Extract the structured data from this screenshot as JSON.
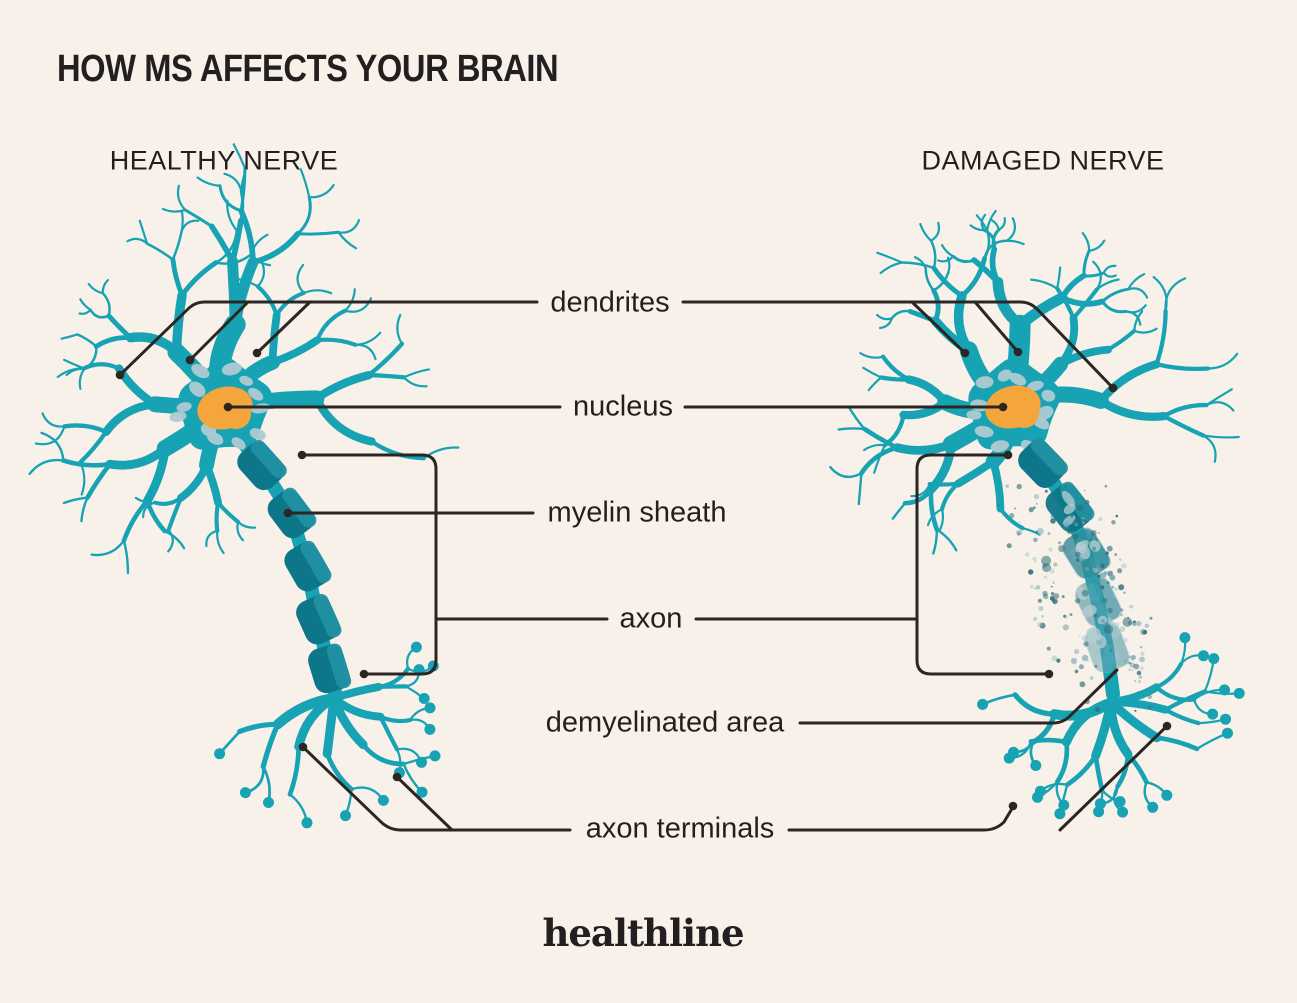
{
  "title": "HOW MS AFFECTS YOUR BRAIN",
  "columns": {
    "left_header": "HEALTHY NERVE",
    "right_header": "DAMAGED NERVE"
  },
  "labels": [
    {
      "id": "dendrites",
      "text": "dendrites"
    },
    {
      "id": "nucleus",
      "text": "nucleus"
    },
    {
      "id": "myelin-sheath",
      "text": "myelin sheath"
    },
    {
      "id": "axon",
      "text": "axon"
    },
    {
      "id": "demyelinated-area",
      "text": "demyelinated area"
    },
    {
      "id": "axon-terminals",
      "text": "axon terminals"
    }
  ],
  "footer": {
    "brand": "healthline"
  },
  "colors": {
    "background": "#F8F1E9",
    "neuron_teal": "#17A3B3",
    "myelin_dark": "#0E7689",
    "myelin_light": "#2191A2",
    "nucleus_orange": "#F4A63C",
    "speckle": "#AECAD2",
    "ghost_myelin": "#8FB4BC",
    "pale_spot": "#B5CDD3",
    "particle_dark": "#2F6E79",
    "particle_mid": "#6FA8B1",
    "particle_light": "#9CC3C9",
    "leader_line": "#2B2523",
    "text": "#231F20"
  }
}
